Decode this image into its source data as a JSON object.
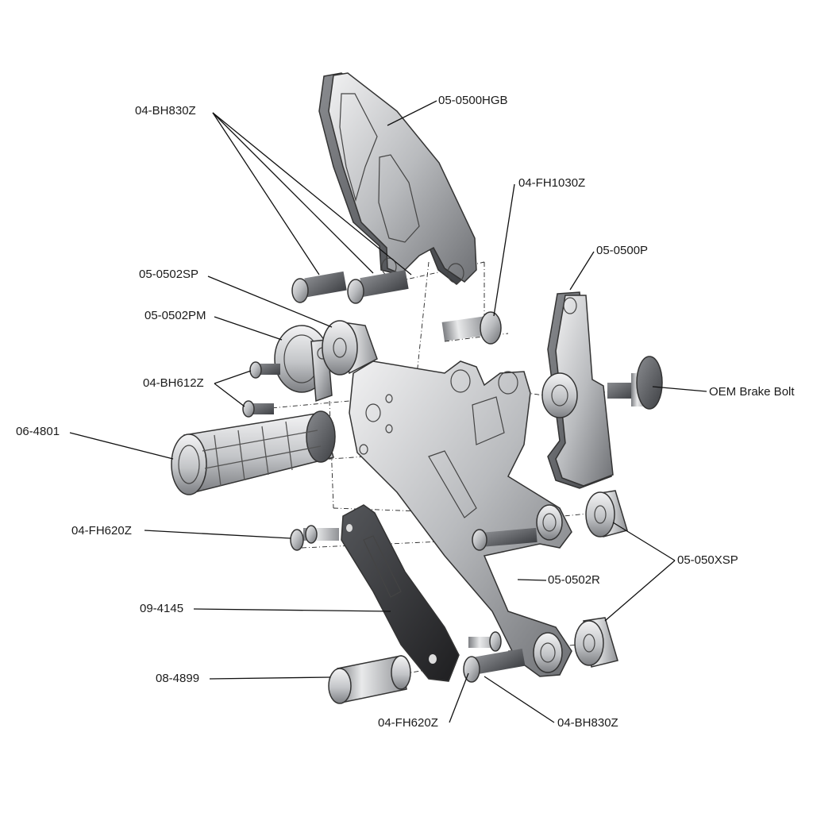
{
  "labels": {
    "bh830z_top": "04-BH830Z",
    "heel_guard": "05-0500HGB",
    "fh1030z": "04-FH1030Z",
    "spacer_0502sp": "05-0502SP",
    "pedal_0500p": "05-0500P",
    "mount_0502pm": "05-0502PM",
    "bh612z": "04-BH612Z",
    "oem_brake_bolt": "OEM Brake Bolt",
    "peg_4801": "06-4801",
    "fh620z_left": "04-FH620Z",
    "rearset_0502r": "05-0502R",
    "spacers_050xsp": "05-050XSP",
    "arm_4145": "09-4145",
    "sleeve_4899": "08-4899",
    "fh620z_bottom": "04-FH620Z",
    "bh830z_bottom": "04-BH830Z"
  },
  "colors": {
    "line": "#111111",
    "metal_light": "#d9dadc",
    "metal_mid": "#9a9ca0",
    "metal_dark": "#5a5c60",
    "black_part": "#2a2a2c"
  }
}
